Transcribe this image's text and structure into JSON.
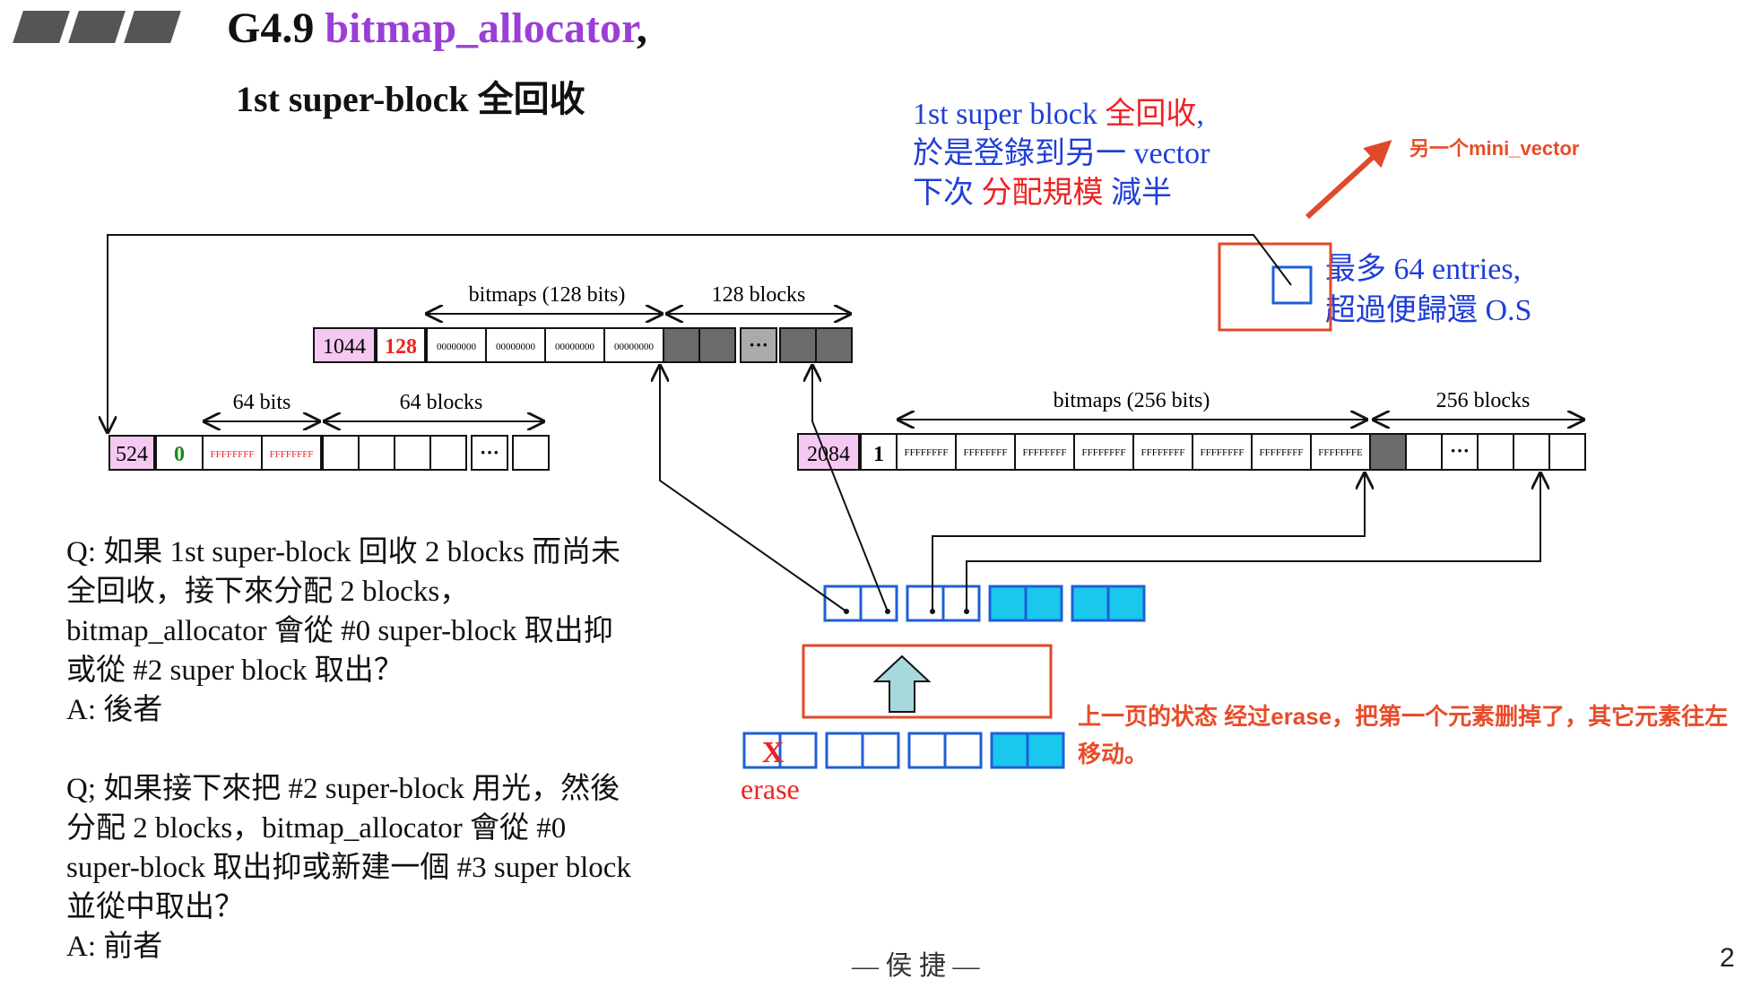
{
  "title": {
    "prefix": "G4.9 ",
    "name": "bitmap_allocator",
    "suffix": ","
  },
  "subtitle": "1st super-block 全回收",
  "note1": {
    "line1_a": "1st super block ",
    "line1_b": "全回收",
    "line1_c": ",",
    "line2": "於是登錄到另一 vector",
    "line3_a": "下次 ",
    "line3_b": "分配規模",
    "line3_c": " 減半"
  },
  "note2": {
    "line1": "最多 64 entries,",
    "line2": "超過便歸還 O.S"
  },
  "mini_vector_label": "另一个mini_vector",
  "sb128": {
    "count": "1044",
    "size": "128",
    "bitmap_cells": [
      "00000000",
      "00000000",
      "00000000",
      "00000000"
    ],
    "bitmap_label": "bitmaps (128 bits)",
    "blocks_label": "128 blocks",
    "ellipsis": "···"
  },
  "sb64": {
    "count": "524",
    "size": "0",
    "bitmap_cells": [
      "FFFFFFFF",
      "FFFFFFFF"
    ],
    "bitmap_label": "64 bits",
    "blocks_label": "64 blocks",
    "ellipsis": "···"
  },
  "sb256": {
    "count": "2084",
    "size": "1",
    "bitmap_cells": [
      "FFFFFFFF",
      "FFFFFFFF",
      "FFFFFFFF",
      "FFFFFFFF",
      "FFFFFFFF",
      "FFFFFFFF",
      "FFFFFFFF",
      "FFFFFFFE"
    ],
    "bitmap_label": "bitmaps (256 bits)",
    "blocks_label": "256 blocks",
    "ellipsis": "···"
  },
  "qa": {
    "q1": "Q: 如果 1st super-block 回收 2 blocks 而尚未全回收，接下來分配 2 blocks，bitmap_allocator 會從 #0 super-block 取出抑或從 #2 super block 取出？",
    "a1": "A: 後者",
    "q2": "Q; 如果接下來把 #2 super-block 用光，然後分配 2 blocks，bitmap_allocator 會從 #0 super-block 取出抑或新建一個 #3 super block 並從中取出？",
    "a2": "A: 前者"
  },
  "status_note": "上一页的状态 经过erase，把第一个元素删掉了，其它元素往左移动。",
  "erase_label": "erase",
  "erase_mark": "X",
  "footer": "— 侯 捷 —",
  "page_number": "2",
  "colors": {
    "pink": "#f4c8f0",
    "cyan": "#19c8ec",
    "blue_outline": "#1f5fd6",
    "red_box": "#e04a2a",
    "gray_block": "#6b6b6b",
    "arrow_fill": "#a7d9dc"
  }
}
